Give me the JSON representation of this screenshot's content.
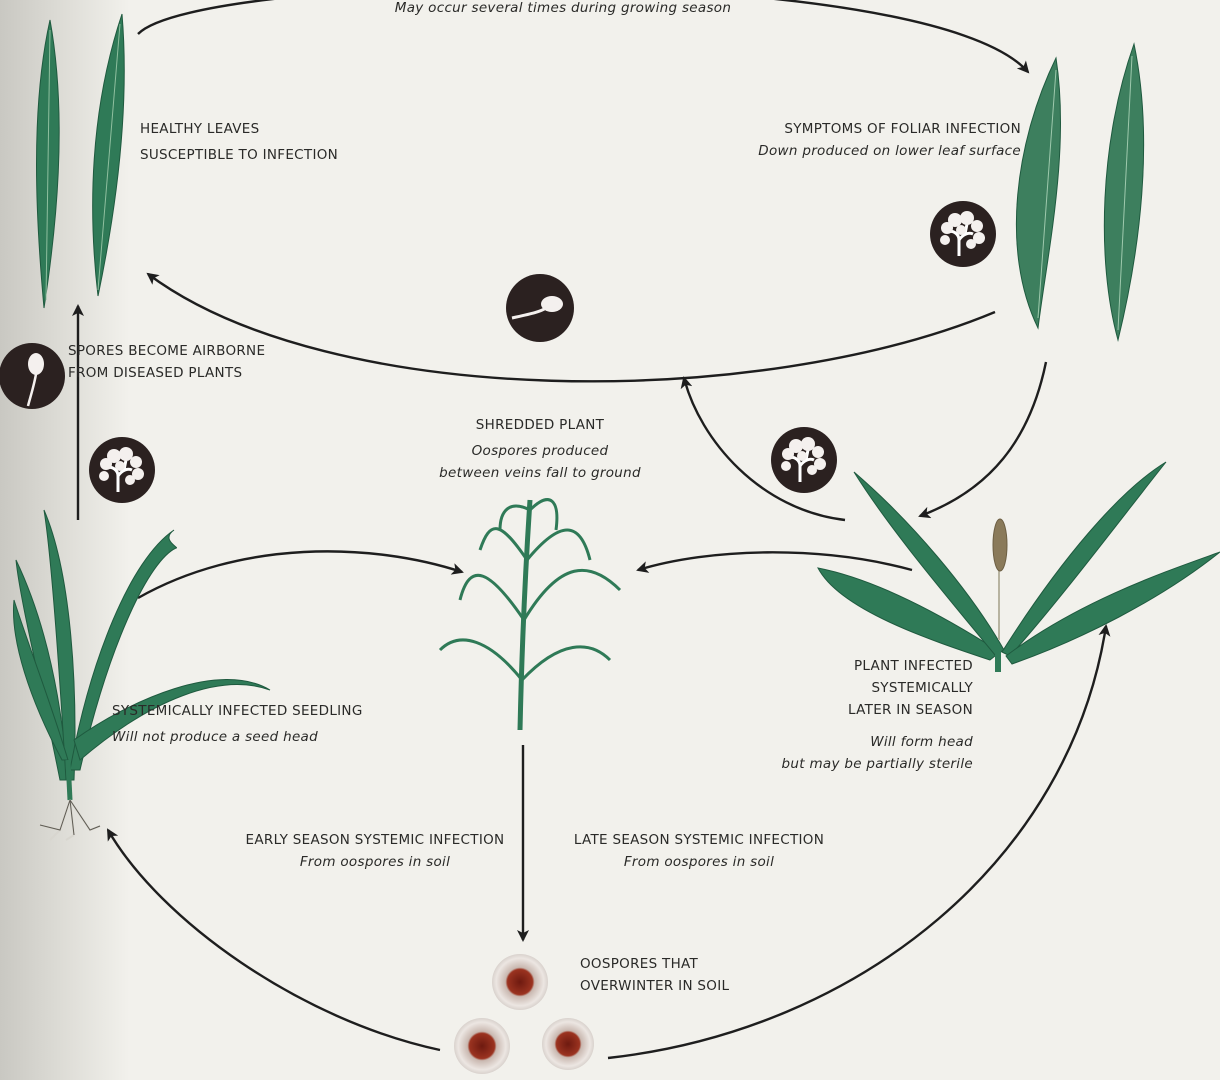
{
  "colors": {
    "background": "#f2f1ec",
    "leaf": "#2f7a57",
    "leaf_dark": "#1f5a3f",
    "arrow": "#1e1e1e",
    "oospore": "#8b2a1c",
    "icon": "#2b2120"
  },
  "labels": {
    "top_note": "May occur several times during growing season",
    "healthy": {
      "line1": "HEALTHY LEAVES",
      "line2": "SUSCEPTIBLE TO INFECTION"
    },
    "foliar": {
      "title": "SYMPTOMS OF FOLIAR INFECTION",
      "sub": "Down produced on lower leaf surface"
    },
    "airborne": {
      "line1": "SPORES BECOME AIRBORNE",
      "line2": "FROM DISEASED PLANTS"
    },
    "shredded": {
      "title": "SHREDDED PLANT",
      "sub1": "Oospores produced",
      "sub2": "between veins fall to ground"
    },
    "seedling": {
      "title": "SYSTEMICALLY INFECTED SEEDLING",
      "sub": "Will not produce a seed head"
    },
    "late_plant": {
      "line1": "PLANT INFECTED",
      "line2": "SYSTEMICALLY",
      "line3": "LATER IN SEASON",
      "sub1": "Will form head",
      "sub2": "but may be partially sterile"
    },
    "early_infection": {
      "title": "EARLY SEASON SYSTEMIC INFECTION",
      "sub": "From oospores in soil"
    },
    "late_infection": {
      "title": "LATE SEASON SYSTEMIC INFECTION",
      "sub": "From oospores in soil"
    },
    "oospores": {
      "line1": "OOSPORES THAT",
      "line2": "OVERWINTER IN SOIL"
    }
  },
  "icons": [
    "sporangia-icon",
    "spore-icon",
    "oospore-icon"
  ]
}
